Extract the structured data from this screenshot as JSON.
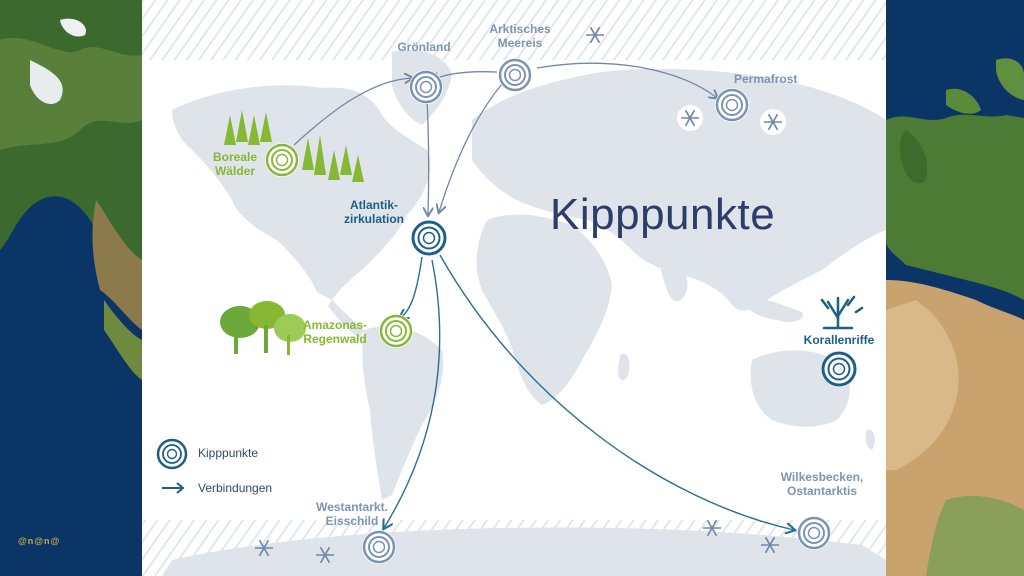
{
  "title": "Kipppunkte",
  "labels": {
    "groenland": "Grönland",
    "arktisches_meereis": "Arktisches\nMeereis",
    "permafrost": "Permafrost",
    "boreale_waelder": "Boreale\nWälder",
    "atlantikzirkulation": "Atlantik-\nzirkulation",
    "amazonas": "Amazonas-\nRegenwald",
    "korallenriffe": "Korallenriffe",
    "wilkesbecken": "Wilkesbecken,\nOstantarktis",
    "westantarktis": "Westantarkt.\nEisschild"
  },
  "legend": {
    "kipppunkte": "Kipppunkte",
    "verbindungen": "Verbindungen"
  },
  "logo_text": "@n@n@",
  "colors": {
    "tipping_blue": "#7a93b5",
    "tipping_dark": "#1d5f86",
    "tipping_green": "#86b833",
    "arrow": "#6f87a8",
    "arrow_dark": "#2a6f95",
    "land": "#dfe4ea"
  }
}
